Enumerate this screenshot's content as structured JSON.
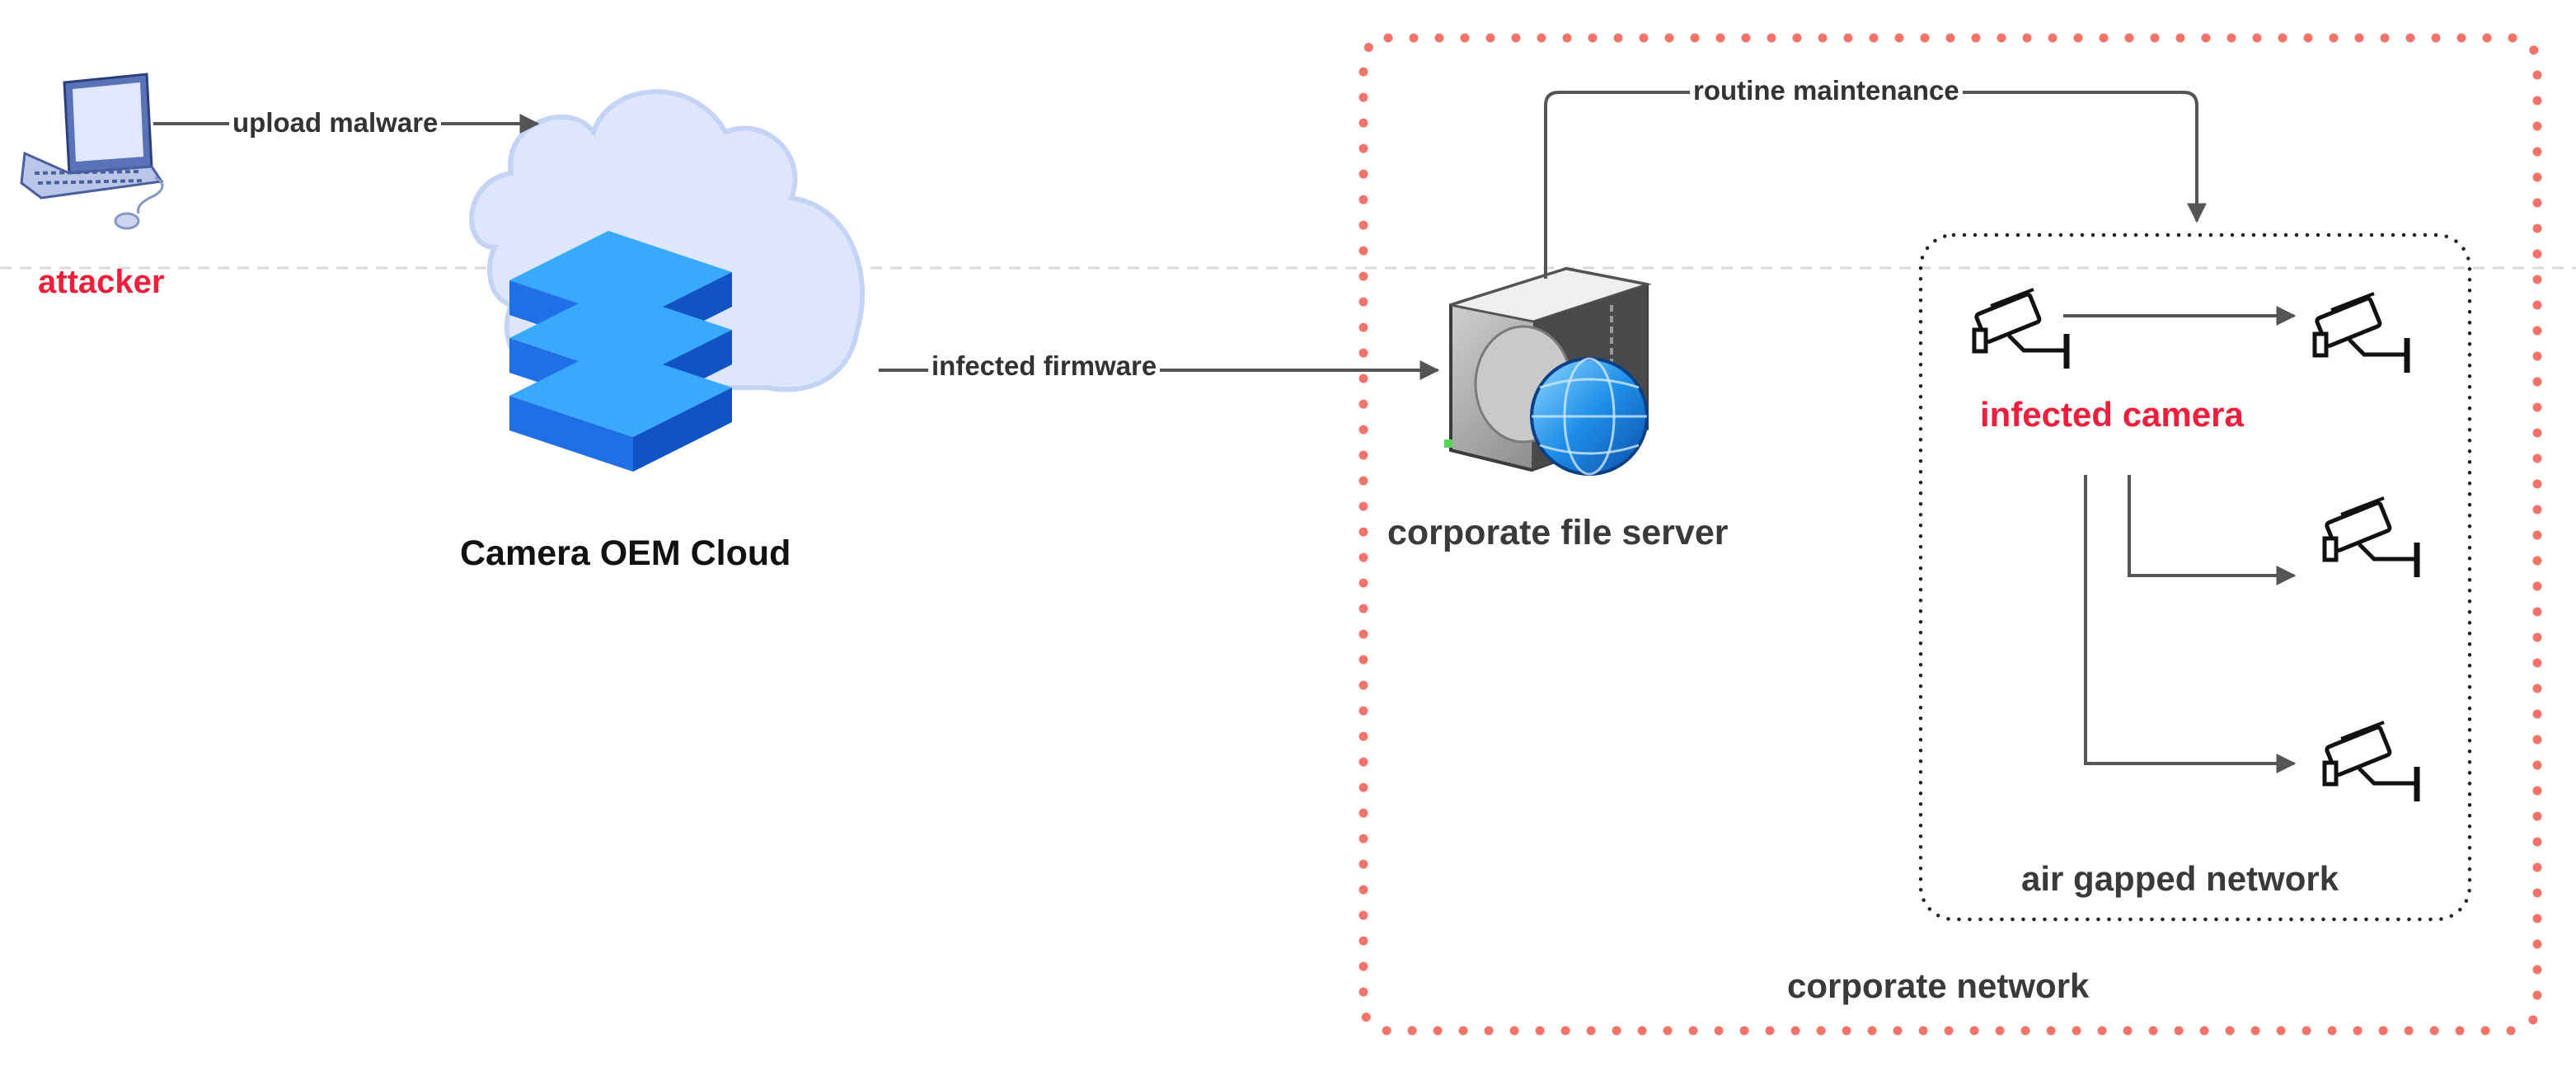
{
  "nodes": {
    "attacker": {
      "label": "attacker",
      "icon": "laptop-icon",
      "label_color": "#ee1f3b"
    },
    "cloud": {
      "label": "Camera OEM Cloud",
      "icon": "cloud-server-icon"
    },
    "file_server": {
      "label": "corporate file server",
      "icon": "file-server-icon"
    },
    "infected_camera": {
      "label": "infected camera",
      "icon": "security-camera-icon",
      "label_color": "#ee1f3b"
    },
    "camera_2": {
      "icon": "security-camera-icon"
    },
    "camera_3": {
      "icon": "security-camera-icon"
    },
    "camera_4": {
      "icon": "security-camera-icon"
    }
  },
  "edges": [
    {
      "from": "attacker",
      "to": "cloud",
      "label": "upload malware"
    },
    {
      "from": "cloud",
      "to": "file_server",
      "label": "infected firmware"
    },
    {
      "from": "file_server",
      "to": "air_gapped_network",
      "label": "routine maintenance"
    },
    {
      "from": "infected_camera",
      "to": "camera_2",
      "label": ""
    },
    {
      "from": "infected_camera",
      "to": "camera_3",
      "label": ""
    },
    {
      "from": "infected_camera",
      "to": "camera_4",
      "label": ""
    }
  ],
  "groups": {
    "corporate_network": {
      "label": "corporate network",
      "border_color": "#f4736a"
    },
    "air_gapped_network": {
      "label": "air gapped network"
    }
  },
  "colors": {
    "attack_red": "#ee1f3b",
    "zone_border": "#f4736a",
    "arrow": "#555555"
  }
}
